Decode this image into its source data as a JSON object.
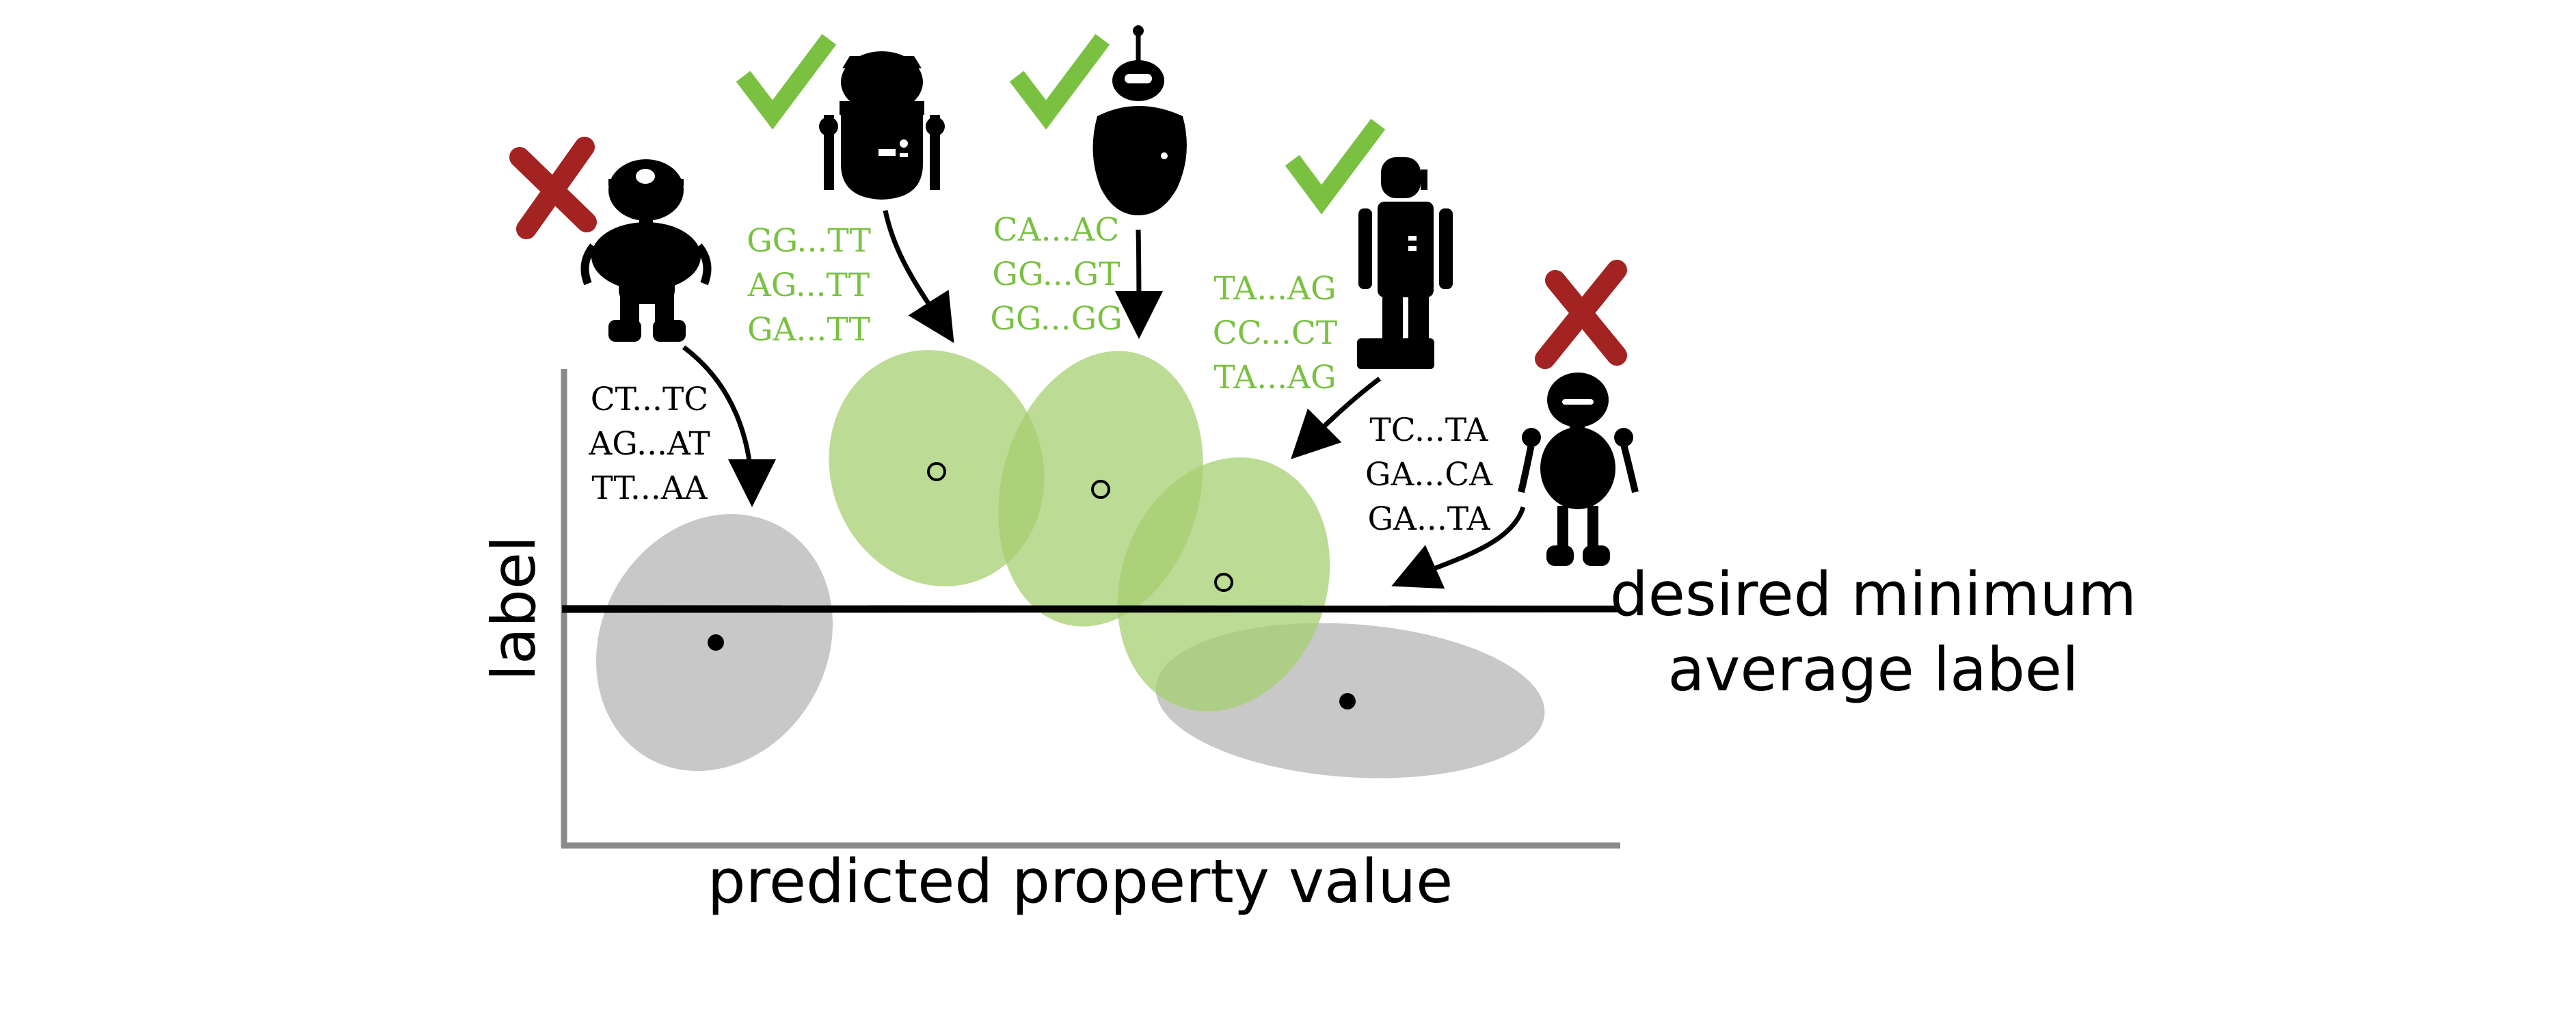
{
  "axes": {
    "xlabel": "predicted property value",
    "ylabel": "label"
  },
  "threshold": {
    "line1": "desired minimum",
    "line2": "average label"
  },
  "colors": {
    "accepted": "#7ac142",
    "rejected": "#a32222",
    "ellipse_green": "#b9d98b",
    "ellipse_gray": "#c8c8c8",
    "axis": "#8a8a8a",
    "ink": "#000000"
  },
  "robots": [
    {
      "id": "robot-1",
      "status": "rejected",
      "mark_icon": "cross-icon",
      "sequences": [
        "CT...TC",
        "AG...AT",
        "TT...AA"
      ]
    },
    {
      "id": "robot-2",
      "status": "accepted",
      "mark_icon": "check-icon",
      "sequences": [
        "GG...TT",
        "AG...TT",
        "GA...TT"
      ]
    },
    {
      "id": "robot-3",
      "status": "accepted",
      "mark_icon": "check-icon",
      "sequences": [
        "CA...AC",
        "GG...GT",
        "GG...GG"
      ]
    },
    {
      "id": "robot-4",
      "status": "accepted",
      "mark_icon": "check-icon",
      "sequences": [
        "TA...AG",
        "CC...CT",
        "TA...AG"
      ]
    },
    {
      "id": "robot-5",
      "status": "rejected",
      "mark_icon": "cross-icon",
      "sequences": [
        "TC...TA",
        "GA...CA",
        "GA...TA"
      ]
    }
  ]
}
